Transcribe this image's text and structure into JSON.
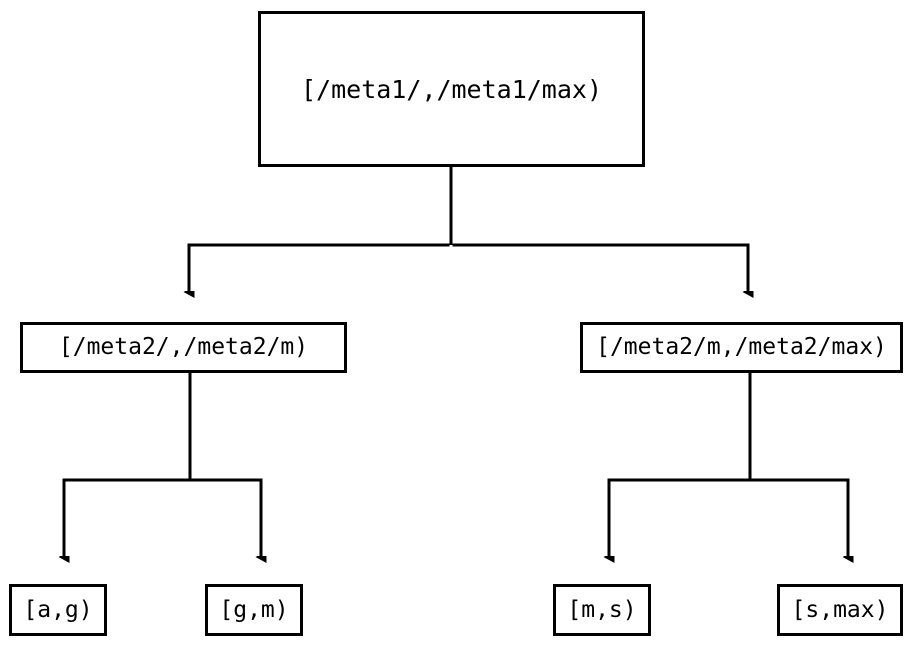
{
  "diagram": {
    "type": "binary-tree",
    "description": "Hierarchical range-partition tree diagram",
    "background_color": "#ffffff",
    "line_color": "#000000",
    "text_color": "#000000",
    "nodes": {
      "root": {
        "label": "[/meta1/,/meta1/max)"
      },
      "mid_left": {
        "label": "[/meta2/,/meta2/m)"
      },
      "mid_right": {
        "label": "[/meta2/m,/meta2/max)"
      },
      "leaf_ag": {
        "label": "[a,g)"
      },
      "leaf_gm": {
        "label": "[g,m)"
      },
      "leaf_ms": {
        "label": "[m,s)"
      },
      "leaf_smax": {
        "label": "[s,max)"
      }
    },
    "edges": [
      {
        "from": "root",
        "to": "mid_left",
        "arrow": "down"
      },
      {
        "from": "root",
        "to": "mid_right",
        "arrow": "down"
      },
      {
        "from": "mid_left",
        "to": "leaf_ag",
        "arrow": "down"
      },
      {
        "from": "mid_left",
        "to": "leaf_gm",
        "arrow": "down"
      },
      {
        "from": "mid_right",
        "to": "leaf_ms",
        "arrow": "down"
      },
      {
        "from": "mid_right",
        "to": "leaf_smax",
        "arrow": "down"
      }
    ]
  }
}
